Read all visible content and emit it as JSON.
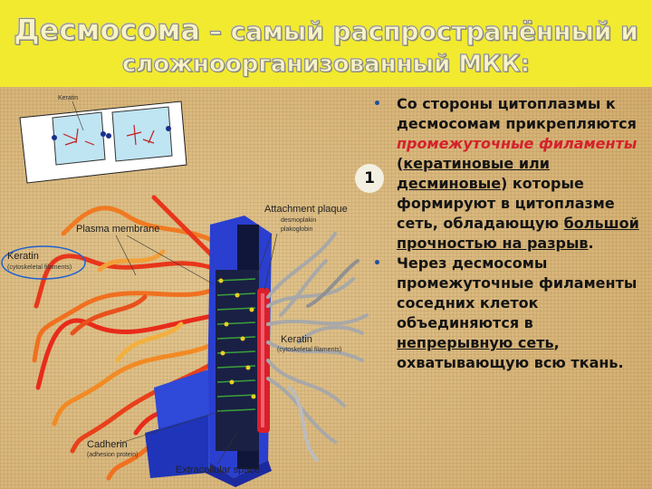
{
  "title": {
    "line1_main": "Десмосома",
    "line1_rest": " – самый распространённый и",
    "line2": "сложноорганизованный МКК:"
  },
  "badge": "1",
  "diagram": {
    "labels": {
      "keratin_top": "Keratin",
      "plasma_membrane": "Plasma membrane",
      "keratin_left": "Keratin",
      "keratin_left_sub": "(cytoskeletal filaments)",
      "attachment_plaque": "Attachment plaque",
      "attachment_sub1": "desmoplakin",
      "attachment_sub2": "plakoglobin",
      "keratin_right": "Keratin",
      "keratin_right_sub": "(cytoskeletal filaments)",
      "cadherin": "Cadherin",
      "cadherin_sub": "(adhesion protein)",
      "extracellular_space": "Extracellular space"
    }
  },
  "bullets": [
    {
      "parts": [
        {
          "text": "Со стороны цитоплазмы к десмосомам прикрепляются ",
          "style": "plain"
        },
        {
          "text": "промежуточные филаменты",
          "style": "hl"
        },
        {
          "text": " (",
          "style": "plain"
        },
        {
          "text": "кератиновые или десминовые",
          "style": "u"
        },
        {
          "text": ") которые формируют в цитоплазме сеть, обладающую ",
          "style": "plain"
        },
        {
          "text": "большой прочностью на разрыв",
          "style": "u"
        },
        {
          "text": ".",
          "style": "plain"
        }
      ]
    },
    {
      "parts": [
        {
          "text": "Через десмосомы промежуточные филаменты соседних клеток объединяются в ",
          "style": "plain"
        },
        {
          "text": "непрерывную сеть",
          "style": "u"
        },
        {
          "text": ", охватывающую всю ткань.",
          "style": "plain"
        }
      ]
    }
  ],
  "bullet_icon": "bullet-dot-icon",
  "colors": {
    "title_band": "#f2ea2e",
    "highlight": "#d4222c",
    "bullet": "#1e4fa0"
  }
}
